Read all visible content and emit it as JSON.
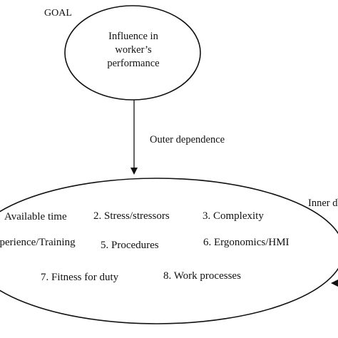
{
  "goal": {
    "label": "GOAL",
    "lines": [
      "Influence in",
      "worker’s",
      "performance"
    ]
  },
  "outer_dependence": "Outer dependence",
  "inner_dependence": "Inner d",
  "factors": [
    "Available time",
    "2. Stress/stressors",
    "3. Complexity",
    "xperience/Training",
    "5. Procedures",
    "6. Ergonomics/HMI",
    "7. Fitness for duty",
    "8. Work processes"
  ]
}
